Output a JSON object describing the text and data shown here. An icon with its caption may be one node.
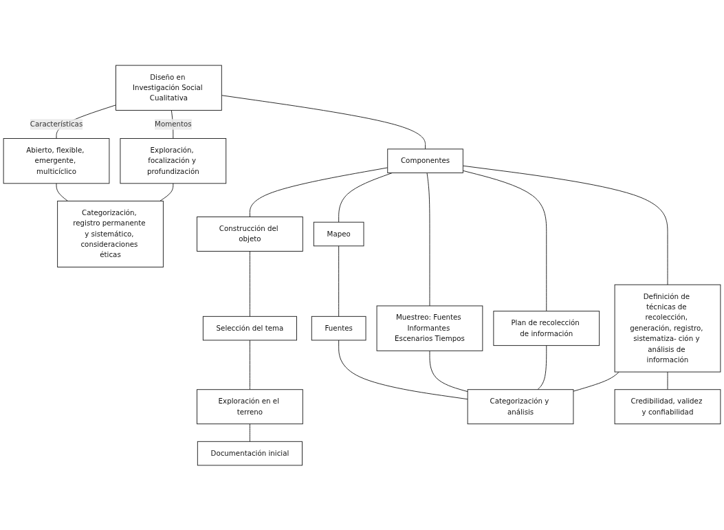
{
  "diagram": {
    "nodes": [
      {
        "text": [
          "Diseño en Investigación Social Cualitativa"
        ]
      },
      {
        "text": [
          "Componentes"
        ]
      },
      {
        "text": [
          "Abierto, flexible, emergente, multicíclico"
        ]
      },
      {
        "text": [
          "Construcción del objeto"
        ]
      },
      {
        "text": [
          "Mapeo"
        ]
      },
      {
        "text": [
          "Muestreo: Fuentes Informantes Escenarios Tiempos"
        ]
      },
      {
        "text": [
          "Plan de recolección de información"
        ]
      },
      {
        "text": [
          "Definición de técnicas de recolección, generación, registro, sistematiza- ción y análisis de información"
        ]
      },
      {
        "text": [
          "Exploración, focalización y profundización"
        ]
      },
      {
        "text": [
          "Selección del tema"
        ]
      },
      {
        "text": [
          "Fuentes"
        ]
      },
      {
        "text": [
          "Exploración en el terreno"
        ]
      },
      {
        "text": [
          "Categorización y análisis"
        ]
      },
      {
        "text": [
          "Documentación inicial"
        ]
      },
      {
        "text": [
          "Credibilidad, validez y confiabilidad"
        ]
      },
      {
        "text": [
          "Categorización, registro permanente y sistemático, consideraciones éticas"
        ]
      }
    ],
    "edges": [
      {
        "from": 0,
        "to": 2,
        "arrow": "none",
        "label": "Características"
      },
      {
        "from": 0,
        "to": 8,
        "arrow": "none",
        "label": "Momentos"
      },
      {
        "from": 0,
        "to": 1,
        "arrow": "none"
      },
      {
        "from": 1,
        "to": 3,
        "arrow": "none"
      },
      {
        "from": 1,
        "to": 4,
        "arrow": "none"
      },
      {
        "from": 1,
        "to": 5,
        "arrow": "none"
      },
      {
        "from": 1,
        "to": 6,
        "arrow": "none"
      },
      {
        "from": 1,
        "to": 7,
        "arrow": "none"
      },
      {
        "from": 3,
        "to": 9,
        "arrow": "none"
      },
      {
        "from": 9,
        "to": 11,
        "arrow": "none"
      },
      {
        "from": 11,
        "to": 13,
        "arrow": "none"
      },
      {
        "from": 4,
        "to": 10,
        "arrow": "none"
      },
      {
        "from": 10,
        "to": 12,
        "arrow": "none"
      },
      {
        "from": 5,
        "to": 12,
        "arrow": "none"
      },
      {
        "from": 6,
        "to": 12,
        "arrow": "none"
      },
      {
        "from": 7,
        "to": 12,
        "arrow": "none"
      },
      {
        "from": 7,
        "to": 14,
        "arrow": "none"
      },
      {
        "from": 2,
        "to": 15,
        "arrow": "none"
      },
      {
        "from": 8,
        "to": 15,
        "arrow": "none"
      }
    ]
  }
}
